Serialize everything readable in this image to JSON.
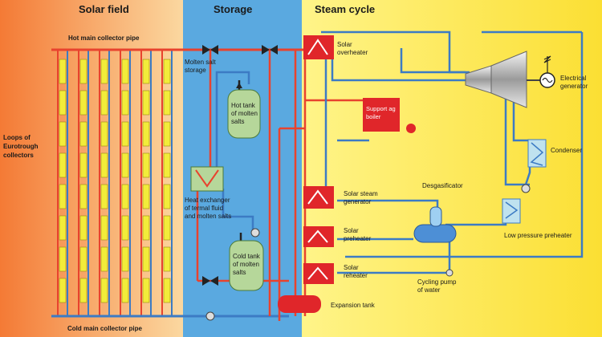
{
  "headers": {
    "solar_field": "Solar field",
    "storage": "Storage",
    "steam_cycle": "Steam cycle"
  },
  "labels": {
    "hot_pipe": "Hot main collector pipe",
    "cold_pipe": "Cold main collector pipe",
    "loops": [
      "Loops of",
      "Eurotrough",
      "collectors"
    ],
    "molten_storage": [
      "Molten salt",
      "storage"
    ],
    "hot_tank": [
      "Hot tank",
      "of molten",
      "salts"
    ],
    "cold_tank": [
      "Cold tank",
      "of molten",
      "salts"
    ],
    "heat_exchanger": [
      "Heat exchanger",
      "of termal fluid",
      "and molten salts"
    ],
    "solar_overheater": [
      "Solar",
      "overheater"
    ],
    "support_boiler": [
      "Support ag",
      "boiler"
    ],
    "solar_steam_gen": [
      "Solar steam",
      "generator"
    ],
    "solar_preheater": [
      "Solar",
      "preheater"
    ],
    "solar_reheater": [
      "Solar",
      "reheater"
    ],
    "expansion_tank": "Expansion tank",
    "electrical_generator": [
      "Electrical",
      "generator"
    ],
    "condenser": "Condenser",
    "desgasificator": "Desgasificator",
    "low_pressure_preheater": "Low pressure preheater",
    "cycling_pump": [
      "Cycling pump",
      "of water"
    ]
  },
  "colors": {
    "solar_bg_left": "#f47a35",
    "solar_bg_right": "#fbd8a0",
    "storage_bg": "#5aa9e0",
    "steam_bg_left": "#fff27a",
    "steam_bg_right": "#fbe23a",
    "hot_pipe": "#e8432e",
    "cold_pipe": "#3c7bc4",
    "collector": "#f2ec3a",
    "tank": "#b6d79a",
    "red_unit": "#e0262a"
  }
}
